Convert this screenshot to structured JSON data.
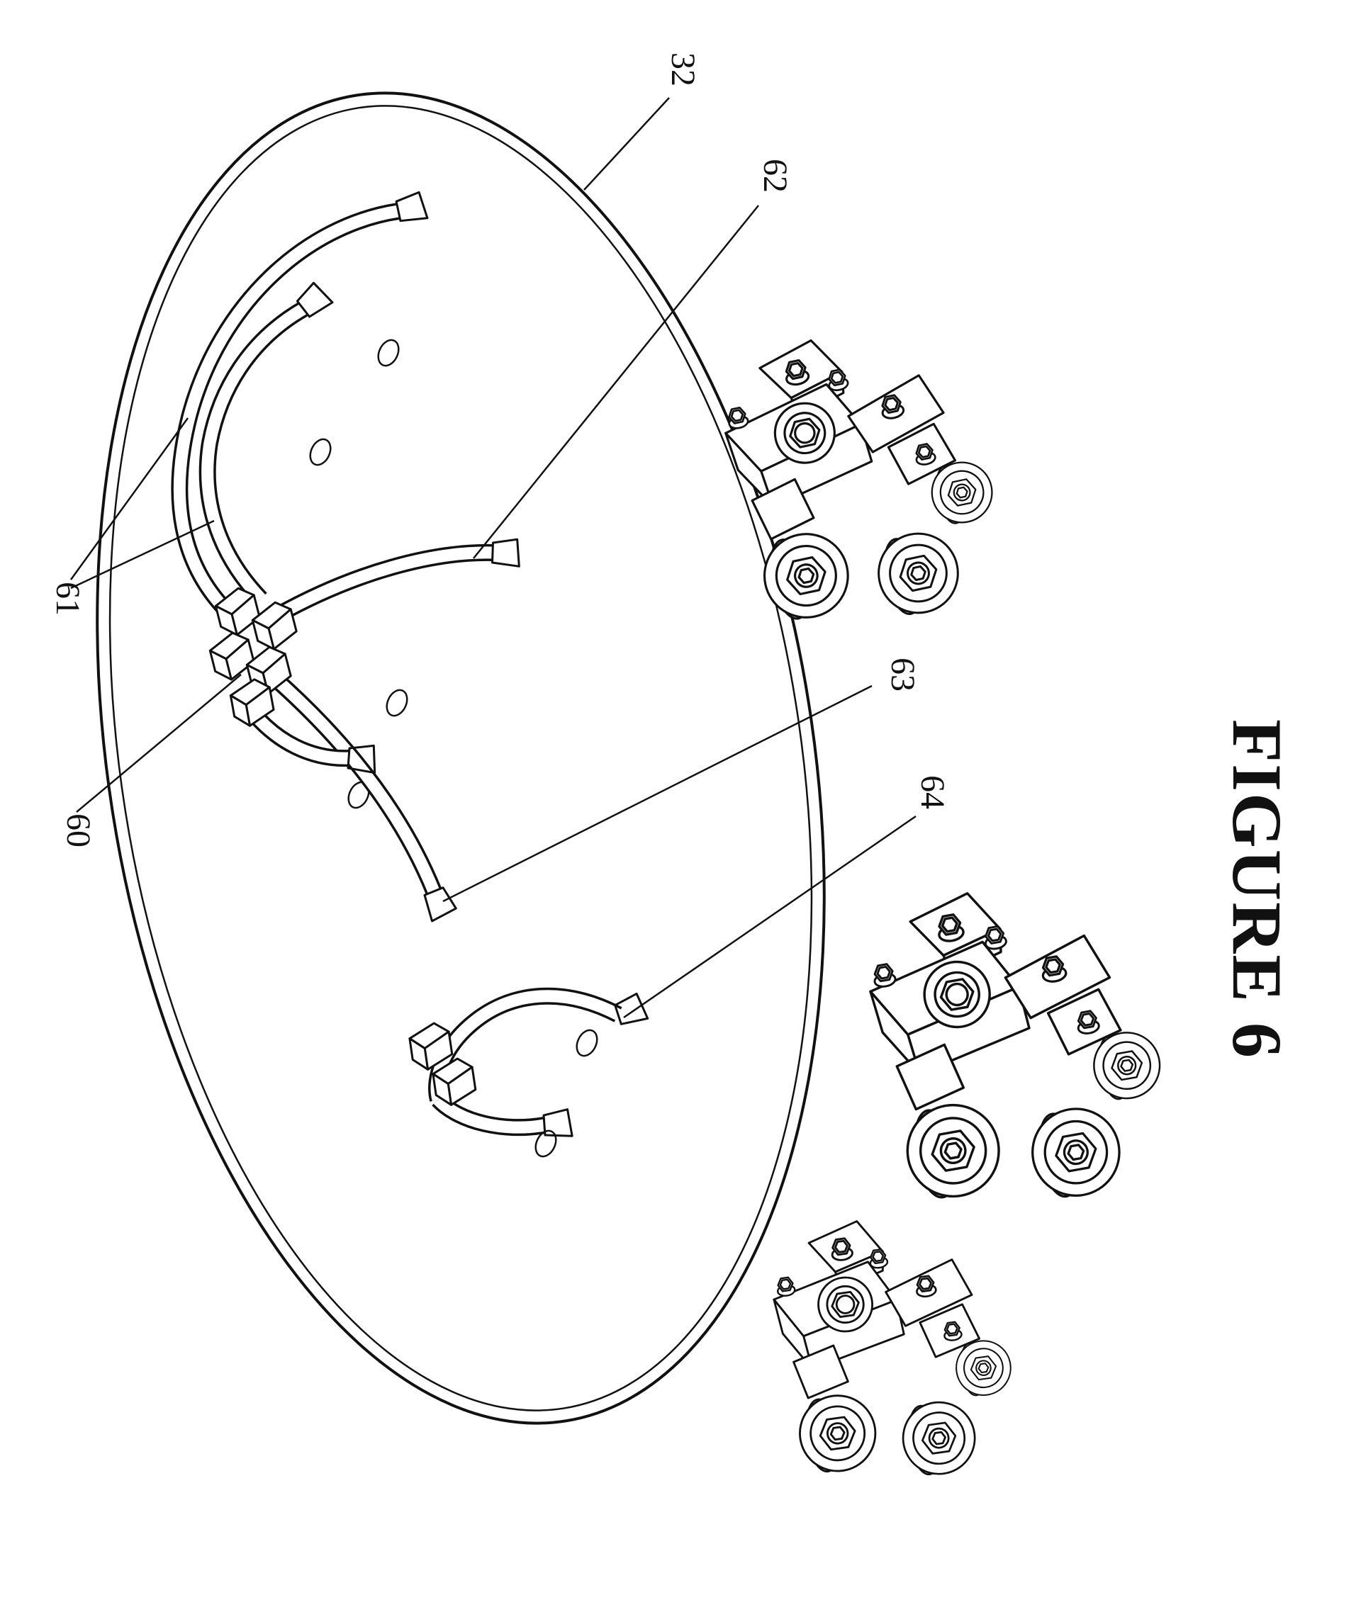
{
  "figure": {
    "caption": "FIGURE 6",
    "ref_labels": {
      "r32": "32",
      "r60": "60",
      "r61": "61",
      "r62": "62",
      "r63": "63",
      "r64": "64"
    }
  }
}
